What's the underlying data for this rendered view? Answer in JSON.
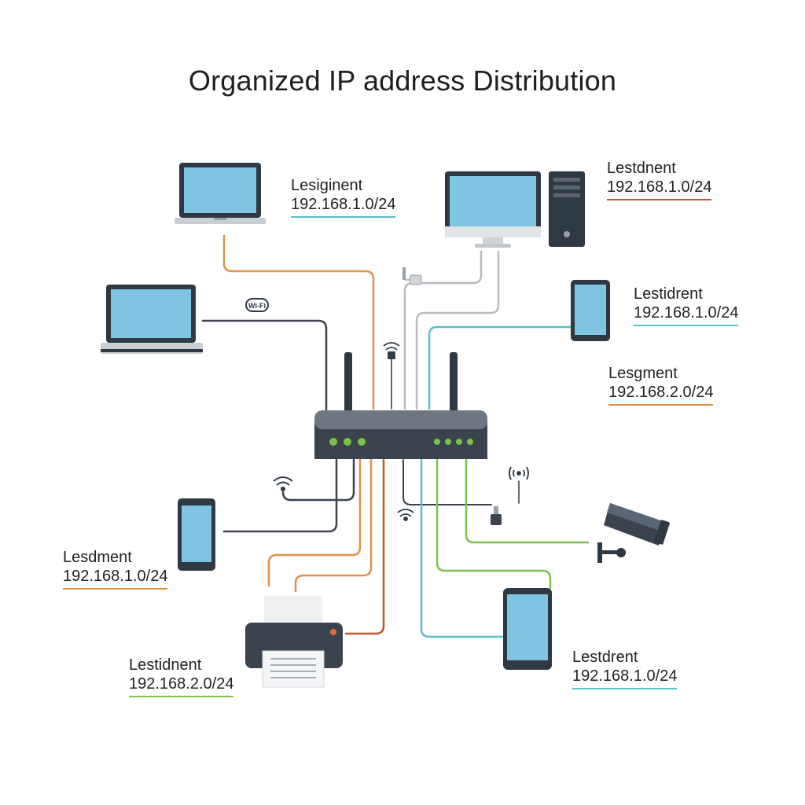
{
  "title": "Organized IP address Distribution",
  "wifi_badge": "Wi-Fi",
  "colors": {
    "orange": "#e0914a",
    "dark_orange": "#c0562e",
    "teal": "#5fbfcb",
    "green": "#7cc24a",
    "gray_wire": "#b8bcc0",
    "dark_wire": "#3c434c",
    "screen": "#7fc3e5",
    "device_body": "#2f3944"
  },
  "labels": [
    {
      "id": "laptop-top",
      "name": "Lesiginent",
      "ip": "192.168.1.0/24",
      "underline": "#5fbfcb"
    },
    {
      "id": "desktop",
      "name": "Lestdnent",
      "ip": "192.168.1.0/24",
      "underline": "#c0562e"
    },
    {
      "id": "tablet-right",
      "name": "Lestidrent",
      "ip": "192.168.1.0/24",
      "underline": "#5fbfcb"
    },
    {
      "id": "segment-right",
      "name": "Lesgment",
      "ip": "192.168.2.0/24",
      "underline": "#e0914a"
    },
    {
      "id": "phone-left",
      "name": "Lesdment",
      "ip": "192.168.1.0/24",
      "underline": "#e0914a"
    },
    {
      "id": "printer",
      "name": "Lestidnent",
      "ip": "192.168.2.0/24",
      "underline": "#7cc24a"
    },
    {
      "id": "tablet-bottom",
      "name": "Lestdrent",
      "ip": "192.168.1.0/24",
      "underline": "#5fbfcb"
    }
  ]
}
